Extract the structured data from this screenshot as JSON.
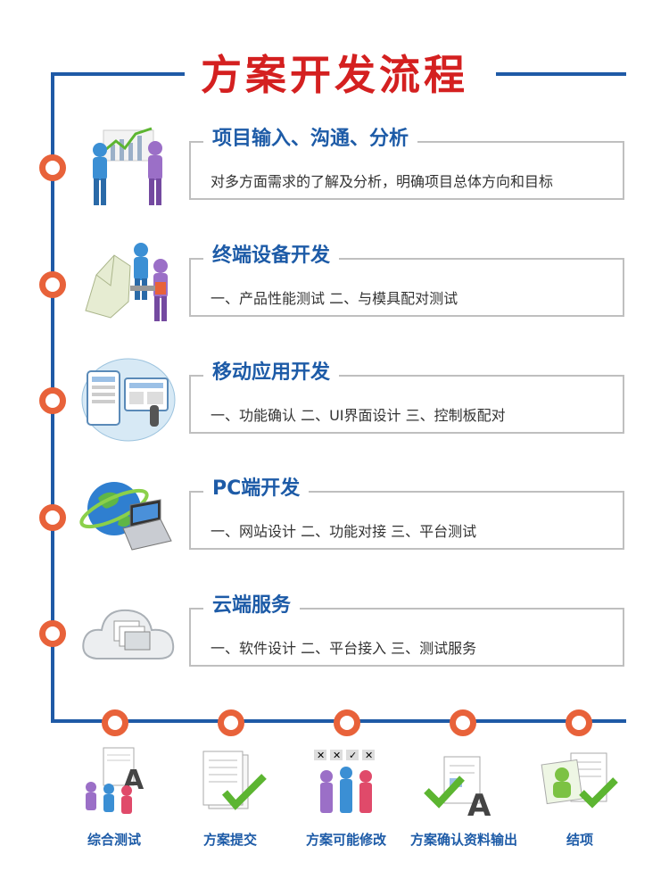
{
  "title": "方案开发流程",
  "steps": [
    {
      "title": "项目输入、沟通、分析",
      "desc": "对多方面需求的了解及分析，明确项目总体方向和目标"
    },
    {
      "title": "终端设备开发",
      "desc": "一、产品性能测试   二、与模具配对测试"
    },
    {
      "title": "移动应用开发",
      "desc": "一、功能确认   二、UI界面设计   三、控制板配对"
    },
    {
      "title": "PC端开发",
      "desc": "一、网站设计   二、功能对接   三、平台测试"
    },
    {
      "title": "云端服务",
      "desc": "一、软件设计   二、平台接入   三、测试服务"
    }
  ],
  "bottom": [
    {
      "label": "综合测试"
    },
    {
      "label": "方案提交"
    },
    {
      "label": "方案可能修改"
    },
    {
      "label": "方案确认资料输出"
    },
    {
      "label": "结项"
    }
  ],
  "colors": {
    "title": "#d42020",
    "line": "#1f5aa6",
    "dot": "#e8623a",
    "heading": "#1d5ba7"
  }
}
